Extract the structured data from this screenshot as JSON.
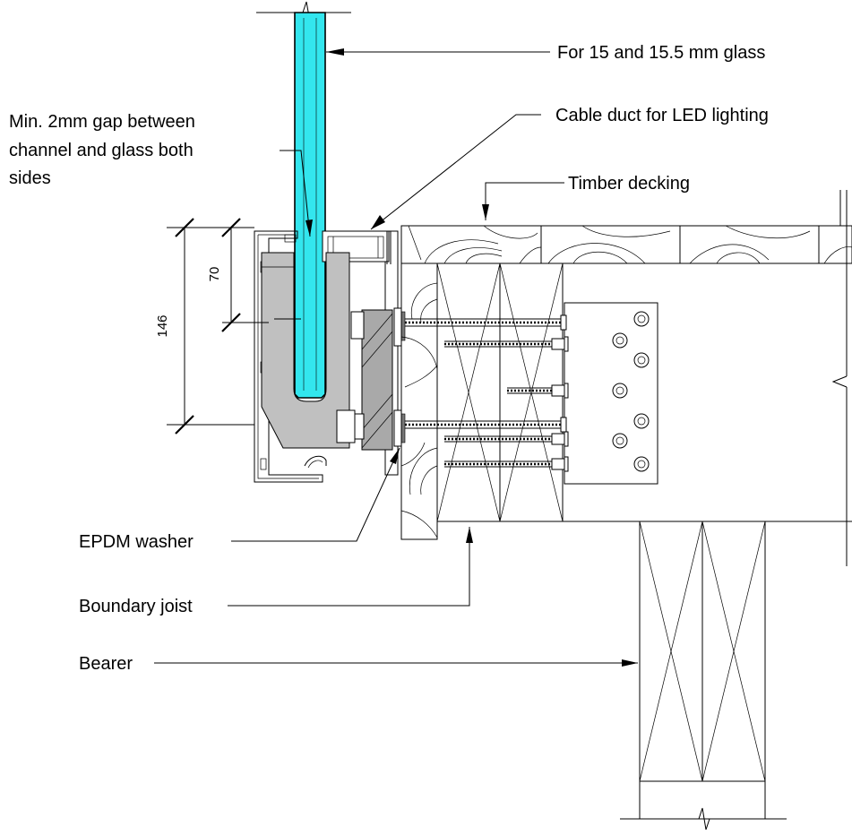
{
  "labels": {
    "glass": "For  15 and 15.5 mm glass",
    "gap_line1": "Min. 2mm gap between",
    "gap_line2": "channel and glass both",
    "gap_line3": "sides",
    "cable_duct": "Cable duct for LED lighting",
    "timber_decking": "Timber decking",
    "epdm_washer": "EPDM washer",
    "boundary_joist": "Boundary joist",
    "bearer": "Bearer"
  },
  "dimensions": {
    "overall": "146",
    "upper": "70"
  },
  "colors": {
    "glass": "#33e6ee",
    "clamp": "#c0c0c0",
    "plate": "#a9a9a9",
    "line": "#000000"
  }
}
